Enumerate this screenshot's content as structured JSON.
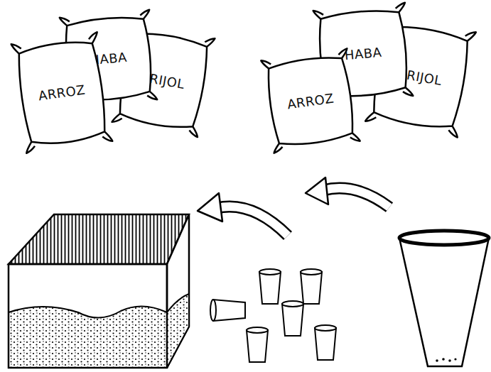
{
  "diagram": {
    "nodes": [
      {
        "text": [
          "ARROZ"
        ]
      },
      {
        "text": [
          "HABA"
        ]
      },
      {
        "text": [
          "FRIJOL"
        ]
      },
      {
        "text": [
          "ARROZ"
        ]
      },
      {
        "text": [
          "HABA"
        ]
      },
      {
        "text": [
          "FRIJOL"
        ]
      }
    ]
  }
}
